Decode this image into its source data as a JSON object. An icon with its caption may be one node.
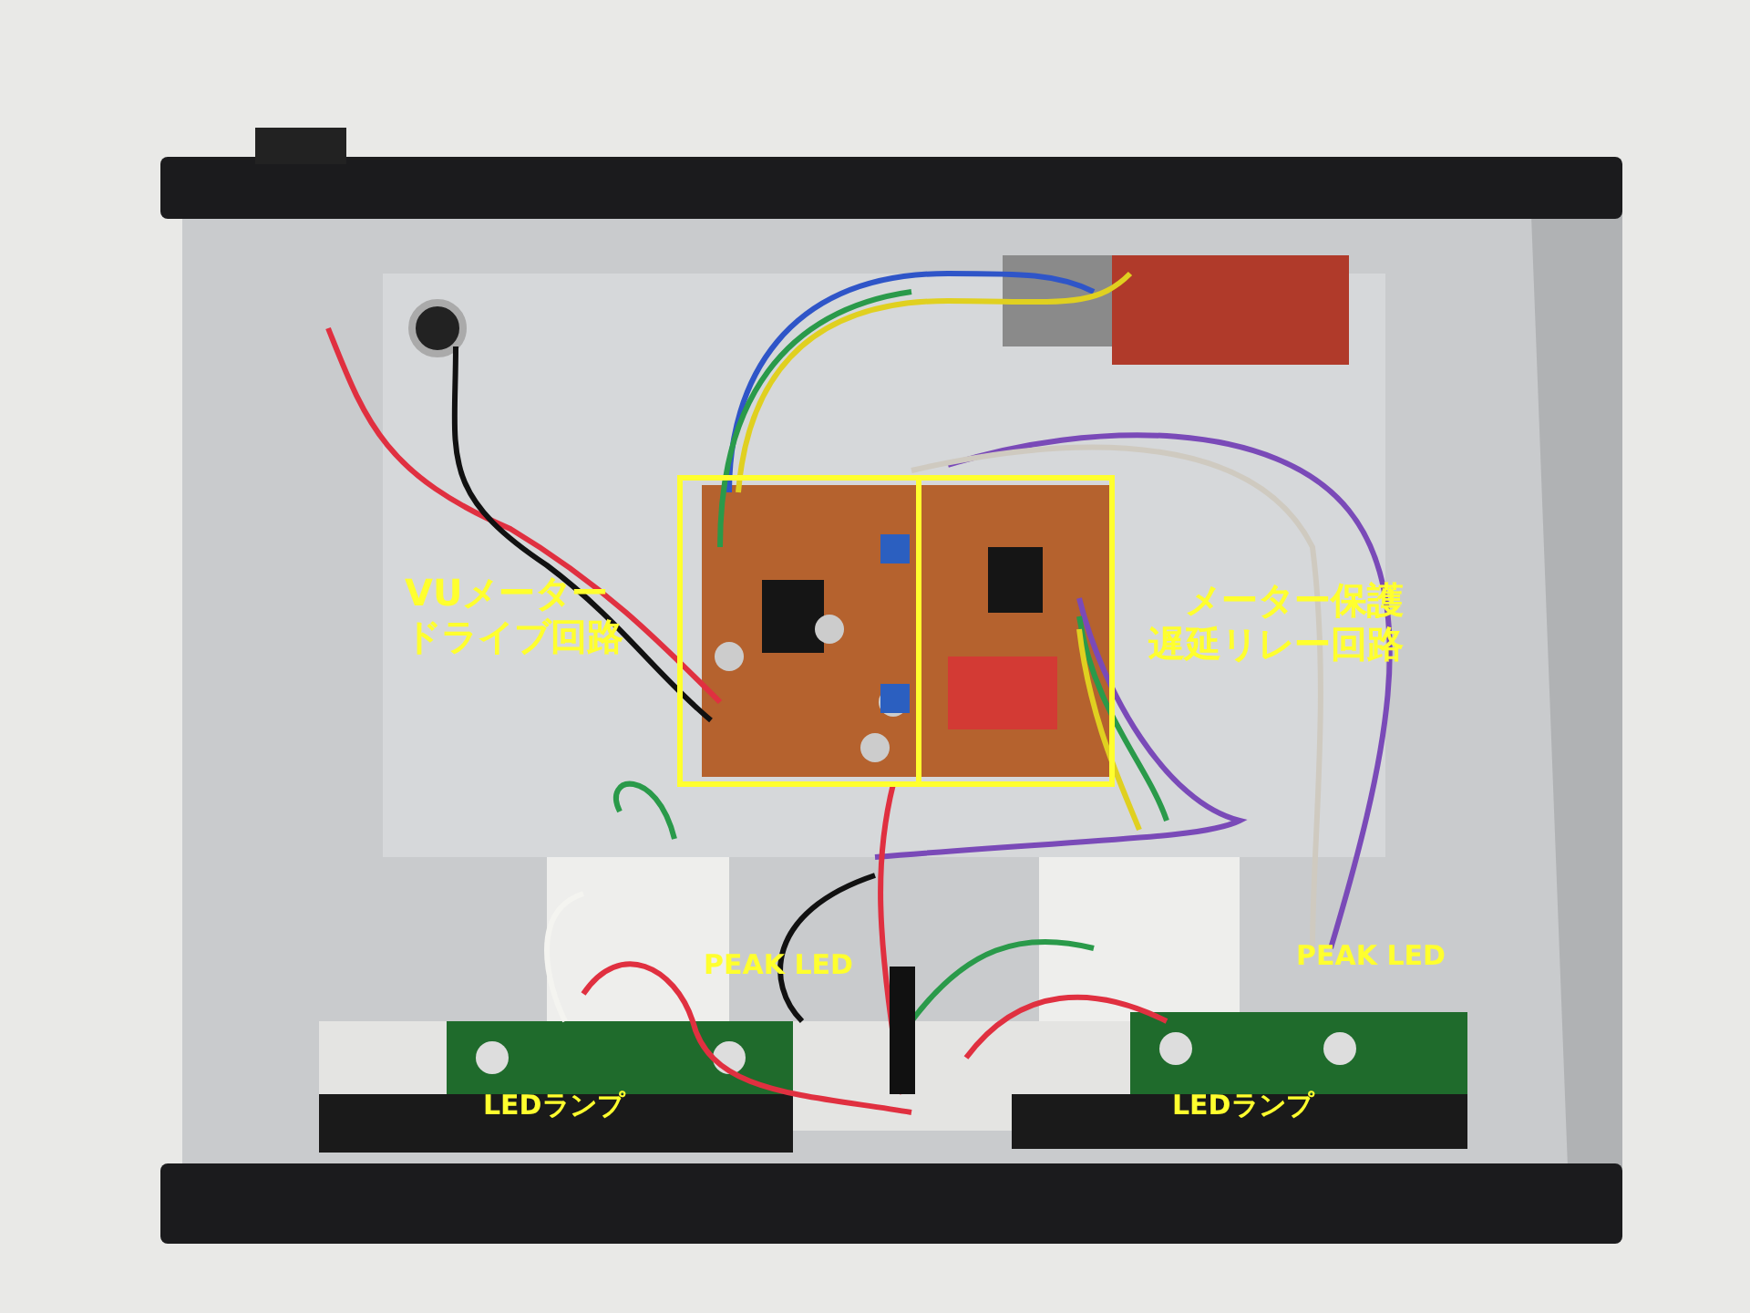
{
  "diagram": {
    "labels": [
      "VUメータードライブ回路",
      "メーター保護遅延リレー回路",
      "PEAK LED",
      "PEAK LED",
      "LEDランプ",
      "LEDランプ"
    ]
  }
}
